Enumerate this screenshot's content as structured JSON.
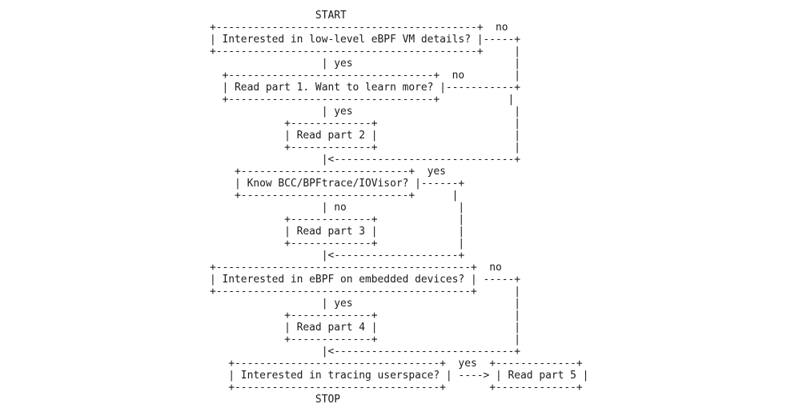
{
  "diagram": {
    "lines": [
      "                 START",
      "+------------------------------------------+  no",
      "| Interested in low-level eBPF VM details? |-----+",
      "+------------------------------------------+     |",
      "                  | yes                          |",
      "  +---------------------------------+  no        |",
      "  | Read part 1. Want to learn more? |-----------+",
      "  +---------------------------------+           |",
      "                  | yes                          |",
      "            +-------------+                      |",
      "            | Read part 2 |                      |",
      "            +-------------+                      |",
      "                  |<-----------------------------+",
      "    +---------------------------+  yes",
      "    | Know BCC/BPFtrace/IOVisor? |------+",
      "    +---------------------------+      |",
      "                  | no                  |",
      "            +-------------+             |",
      "            | Read part 3 |             |",
      "            +-------------+             |",
      "                  |<--------------------+",
      "+-----------------------------------------+  no",
      "| Interested in eBPF on embedded devices? | -----+",
      "+-----------------------------------------+      |",
      "                  | yes                          |",
      "            +-------------+                      |",
      "            | Read part 4 |                      |",
      "            +-------------+                      |",
      "                  |<-----------------------------+",
      "   +---------------------------------+  yes  +-------------+",
      "   | Interested in tracing userspace? | ----> | Read part 5 |",
      "   +---------------------------------+       +-------------+",
      "                 STOP"
    ]
  }
}
